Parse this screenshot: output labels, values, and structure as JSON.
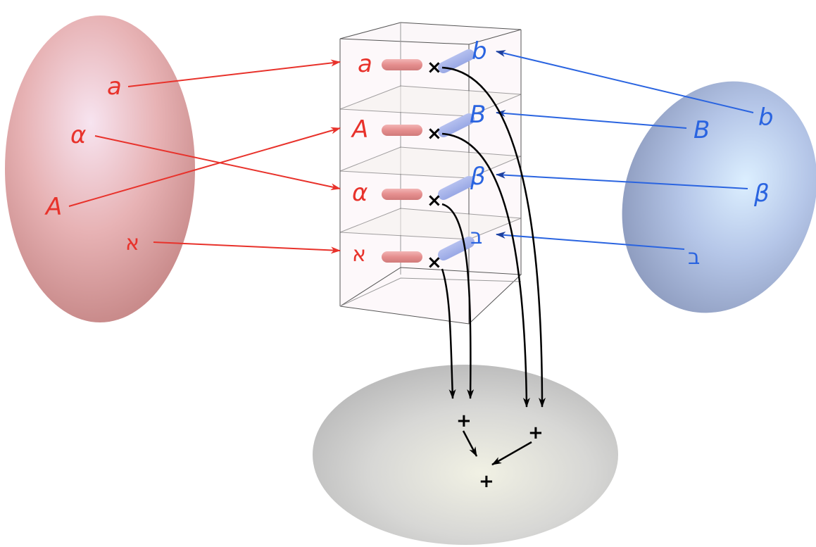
{
  "left_set": {
    "labels": [
      "a",
      "α",
      "A",
      "א"
    ],
    "color": "#e8322b"
  },
  "right_set": {
    "labels": [
      "b",
      "B",
      "β",
      "ב"
    ],
    "color": "#2a64e0"
  },
  "tower": {
    "layers": [
      {
        "left": "a",
        "right": "b",
        "op": "×"
      },
      {
        "left": "A",
        "right": "B",
        "op": "×"
      },
      {
        "left": "α",
        "right": "β",
        "op": "×"
      },
      {
        "left": "א",
        "right": "ב",
        "op": "×"
      }
    ]
  },
  "bottom_set": {
    "plus_left": "+",
    "plus_right": "+",
    "plus_final": "+",
    "color": "#000000"
  }
}
